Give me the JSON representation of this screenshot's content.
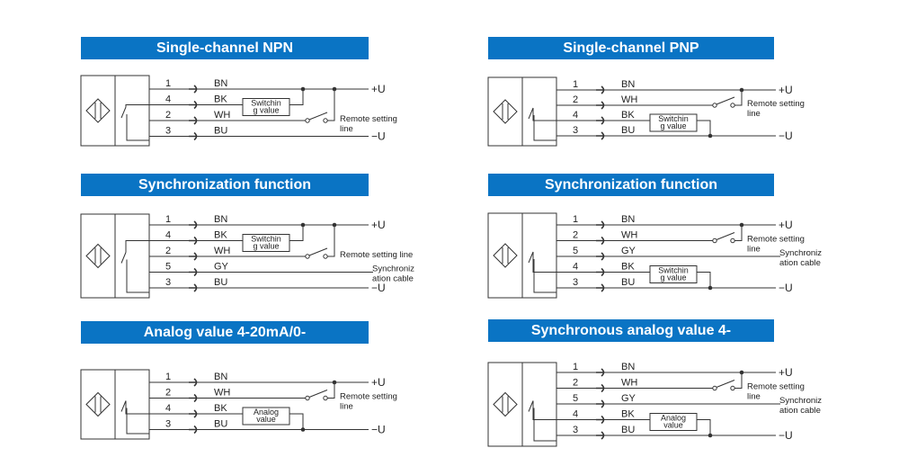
{
  "colors": {
    "banner": "#0a74c4",
    "banner_text": "#ffffff",
    "wire": "#333333",
    "text": "#222222"
  },
  "labels": {
    "plus_u": "+U",
    "minus_u": "−U"
  },
  "diagrams": [
    {
      "title": "Single-channel NPN",
      "wires": [
        {
          "pin": "1",
          "color": "BN",
          "role": "plus"
        },
        {
          "pin": "4",
          "color": "BK",
          "role": "output"
        },
        {
          "pin": "2",
          "color": "WH",
          "role": "remote"
        },
        {
          "pin": "3",
          "color": "BU",
          "role": "minus"
        }
      ],
      "output_box": [
        "Switchin",
        "g value"
      ],
      "output_to": "plus",
      "remote_label": [
        "Remote setting",
        "line"
      ],
      "sync_label": null
    },
    {
      "title": "Single-channel PNP",
      "wires": [
        {
          "pin": "1",
          "color": "BN",
          "role": "plus"
        },
        {
          "pin": "2",
          "color": "WH",
          "role": "remote"
        },
        {
          "pin": "4",
          "color": "BK",
          "role": "output"
        },
        {
          "pin": "3",
          "color": "BU",
          "role": "minus"
        }
      ],
      "output_box": [
        "Switchin",
        "g value"
      ],
      "output_to": "minus",
      "remote_label": [
        "Remote setting",
        "line"
      ],
      "sync_label": null
    },
    {
      "title": "Synchronization function",
      "wires": [
        {
          "pin": "1",
          "color": "BN",
          "role": "plus"
        },
        {
          "pin": "4",
          "color": "BK",
          "role": "output"
        },
        {
          "pin": "2",
          "color": "WH",
          "role": "remote"
        },
        {
          "pin": "5",
          "color": "GY",
          "role": "sync"
        },
        {
          "pin": "3",
          "color": "BU",
          "role": "minus"
        }
      ],
      "output_box": [
        "Switchin",
        "g value"
      ],
      "output_to": "plus",
      "remote_label": [
        "Remote setting line"
      ],
      "sync_label": [
        "Synchroniz",
        "ation cable"
      ]
    },
    {
      "title": "Synchronization function",
      "wires": [
        {
          "pin": "1",
          "color": "BN",
          "role": "plus"
        },
        {
          "pin": "2",
          "color": "WH",
          "role": "remote"
        },
        {
          "pin": "5",
          "color": "GY",
          "role": "sync"
        },
        {
          "pin": "4",
          "color": "BK",
          "role": "output"
        },
        {
          "pin": "3",
          "color": "BU",
          "role": "minus"
        }
      ],
      "output_box": [
        "Switchin",
        "g value"
      ],
      "output_to": "minus",
      "remote_label": [
        "Remote setting",
        "line"
      ],
      "sync_label": [
        "Synchroniz",
        "ation cable"
      ]
    },
    {
      "title": "Analog value 4-20mA/0-",
      "wires": [
        {
          "pin": "1",
          "color": "BN",
          "role": "plus"
        },
        {
          "pin": "2",
          "color": "WH",
          "role": "remote"
        },
        {
          "pin": "4",
          "color": "BK",
          "role": "output"
        },
        {
          "pin": "3",
          "color": "BU",
          "role": "minus"
        }
      ],
      "output_box": [
        "Analog",
        "value"
      ],
      "output_to": "minus",
      "remote_label": [
        "Remote setting",
        "line"
      ],
      "sync_label": null
    },
    {
      "title": "Synchronous analog value 4-",
      "wires": [
        {
          "pin": "1",
          "color": "BN",
          "role": "plus"
        },
        {
          "pin": "2",
          "color": "WH",
          "role": "remote"
        },
        {
          "pin": "5",
          "color": "GY",
          "role": "sync"
        },
        {
          "pin": "4",
          "color": "BK",
          "role": "output"
        },
        {
          "pin": "3",
          "color": "BU",
          "role": "minus"
        }
      ],
      "output_box": [
        "Analog",
        "value"
      ],
      "output_to": "minus",
      "remote_label": [
        "Remote setting",
        "line"
      ],
      "sync_label": [
        "Synchroniz",
        "ation cable"
      ]
    }
  ]
}
